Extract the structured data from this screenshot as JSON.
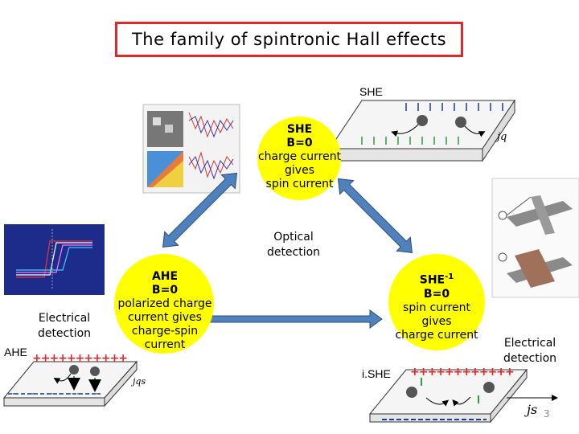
{
  "title": "The family of spintronic Hall effects",
  "she_label": "SHE",
  "she_circle": {
    "heading": "SHE",
    "condition": "B=0",
    "line1": "charge current",
    "line2": "gives",
    "line3": "spin current"
  },
  "ahe_circle": {
    "heading": "AHE",
    "condition": "B=0",
    "line1": "polarized charge",
    "line2": "current gives",
    "line3": "charge-spin",
    "line4": "current"
  },
  "ishe_circle": {
    "heading": "SHE",
    "superscript": "-1",
    "condition": "B=0",
    "line1": "spin current",
    "line2": "gives",
    "line3": "charge current"
  },
  "optical": {
    "line1": "Optical",
    "line2": "detection"
  },
  "electrical_left": {
    "line1": "Electrical",
    "line2": "detection"
  },
  "electrical_right": {
    "line1": "Electrical",
    "line2": "detection"
  },
  "ahe_label": "AHE",
  "ishe_label": "i.SHE",
  "jq_label": "jq",
  "jqs_label": "jqs",
  "js_label": "js",
  "slide_number": "3",
  "colors": {
    "title_border": "#e0282a",
    "circle_fill": "#ffff00",
    "arrow_fill": "#4f81bd",
    "plus_red": "#e0282a",
    "spin_green": "#2e9e3a"
  }
}
